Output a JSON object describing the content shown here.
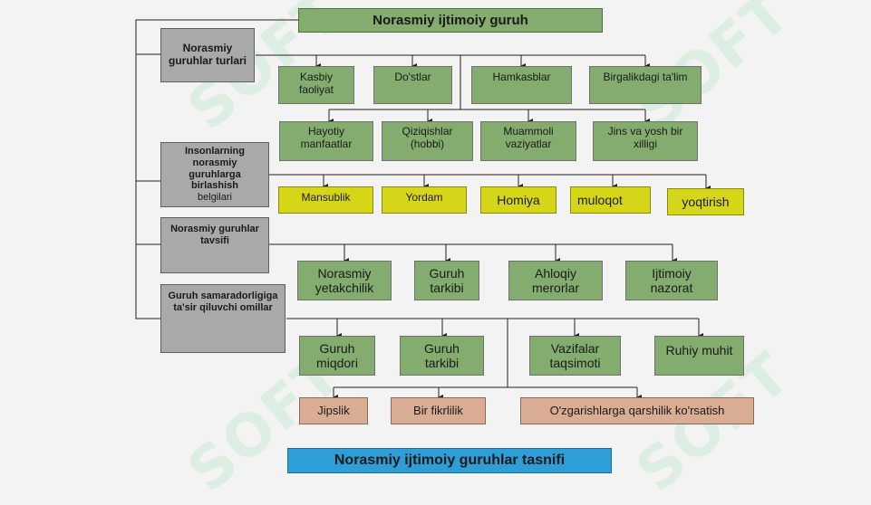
{
  "diagram": {
    "title": "Norasmiy ijtimoiy guruh",
    "bottom_title": "Norasmiy ijtimoiy guruhlar tasnifi",
    "watermark": "SOFT",
    "colors": {
      "green": "#84ac6e",
      "yellow": "#d6d618",
      "peach": "#d9ad93",
      "grey": "#a9a9a9",
      "blue": "#2d9ed6"
    },
    "categories": {
      "types": "Norasmiy\nguruhlar turlari",
      "signs_bold": "Insonlarning\nnorasmiy\nguruhlarga\nbirlashish",
      "signs_normal": "belgilari",
      "description": "Norasmiy guruhlar\ntavsifi",
      "factors": "Guruh samaradorligiga\nta'sir qiluvchi omillar"
    },
    "types_row1": [
      "Kasbiy\nfaoliyat",
      "Do'stlar",
      "Hamkasblar",
      "Birgalikdagi ta'lim"
    ],
    "types_row2": [
      "Hayotiy\nmanfaatlar",
      "Qiziqishlar\n(hobbi)",
      "Muammoli\nvaziyatlar",
      "Jins va yosh bir\nxilligi"
    ],
    "signs": [
      "Mansublik",
      "Yordam",
      "Homiya",
      "muloqot",
      "yoqtirish"
    ],
    "description_items": [
      "Norasmiy\nyetakchilik",
      "Guruh\ntarkibi",
      "Ahloqiy\nmerorlar",
      "Ijtimoiy\nnazorat"
    ],
    "factors_row1": [
      "Guruh\nmiqdori",
      "Guruh\ntarkibi",
      "Vazifalar\ntaqsimoti",
      "Ruhiy muhit"
    ],
    "factors_row2": [
      "Jipslik",
      "Bir fikrlilik",
      "O'zgarishlarga qarshilik ko'rsatish"
    ]
  }
}
